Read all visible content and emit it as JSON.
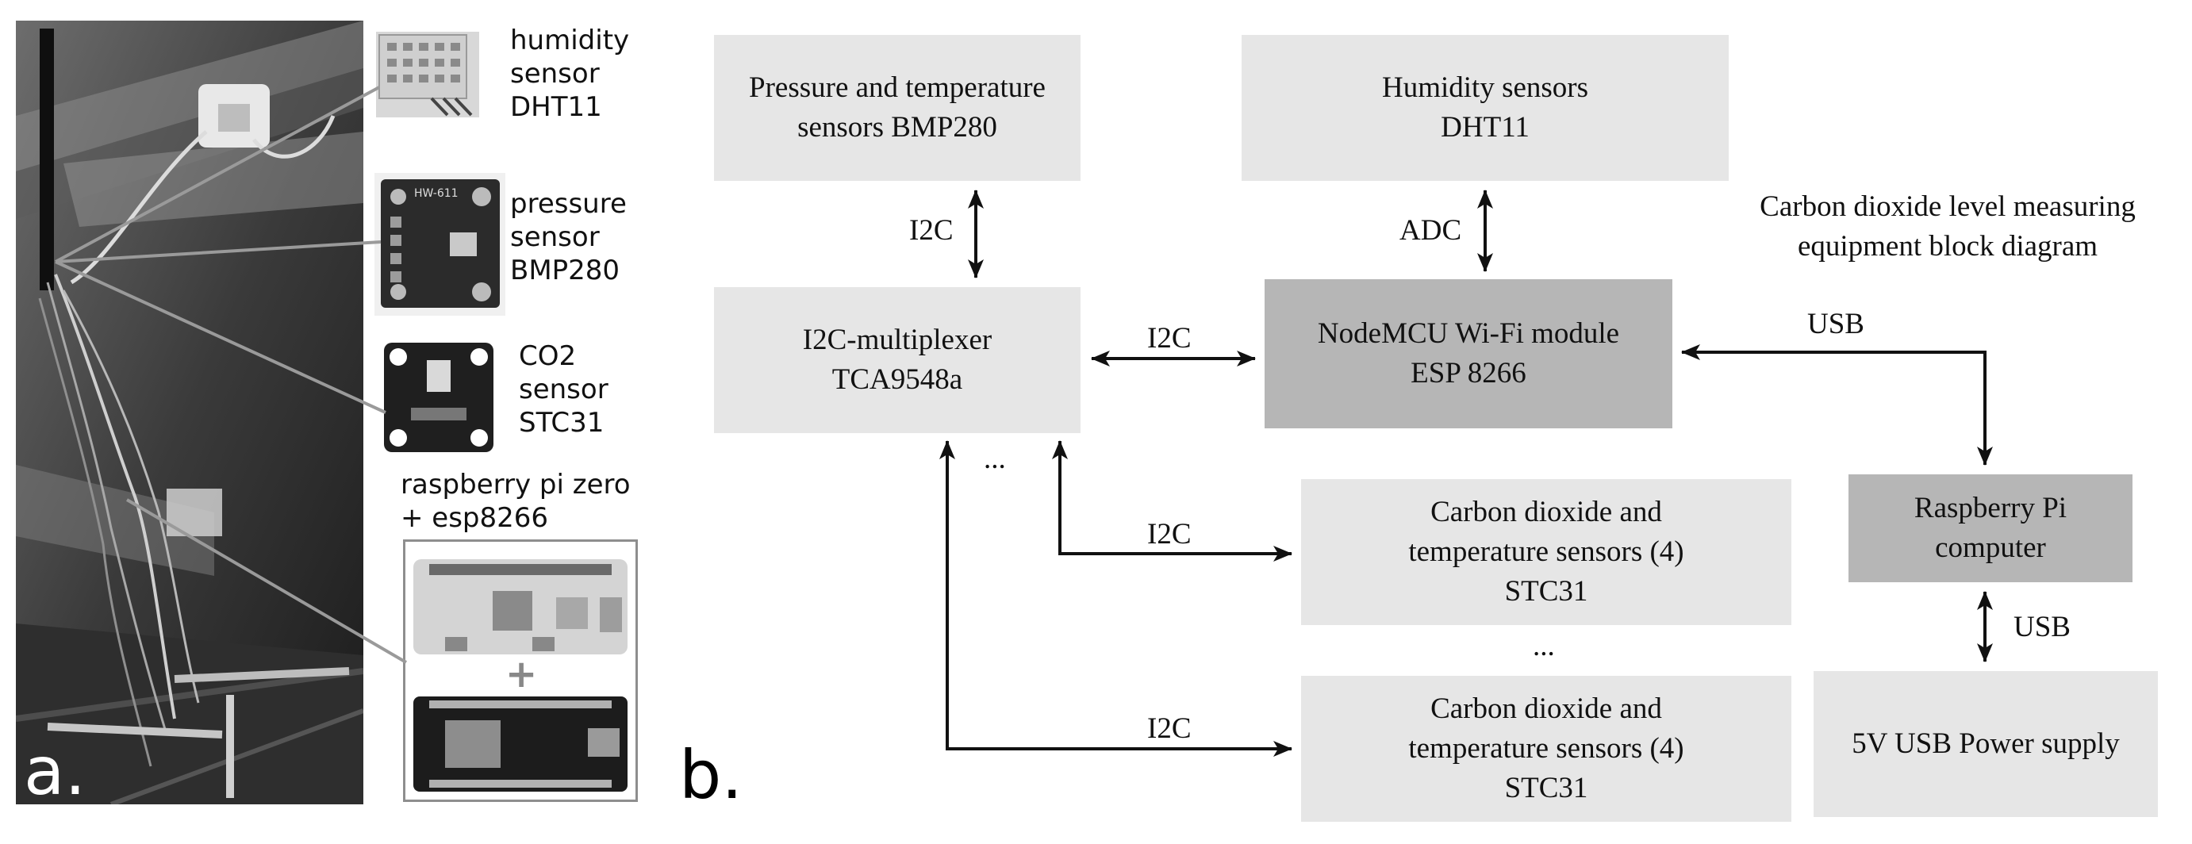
{
  "panel_a": {
    "letter": "a.",
    "callouts": [
      {
        "id": "humidity",
        "text": "humidity\nsensor\nDHT11"
      },
      {
        "id": "pressure",
        "text": "pressure\nsensor\nBMP280"
      },
      {
        "id": "co2",
        "text": "CO2\nsensor\nSTC31"
      },
      {
        "id": "rpi",
        "text": "raspberry pi zero\n+ esp8266"
      }
    ],
    "module_label": "HW-611"
  },
  "panel_b": {
    "letter": "b.",
    "caption": "Carbon dioxide level measuring\nequipment block diagram",
    "boxes": {
      "bmp280": "Pressure and temperature\nsensors BMP280",
      "dht11": "Humidity sensors\nDHT11",
      "mux": "I2C-multiplexer\nTCA9548a",
      "nodemcu": "NodeMCU Wi-Fi module\nESP 8266",
      "stc31_a": "Carbon dioxide and\ntemperature sensors (4)\nSTC31",
      "stc31_b": "Carbon dioxide and\ntemperature sensors (4)\nSTC31",
      "rpi": "Raspberry Pi\ncomputer",
      "psu": "5V USB Power supply"
    },
    "links": {
      "i2c_bmp": "I2C",
      "adc": "ADC",
      "i2c_mux_node": "I2C",
      "usb_node_rpi": "USB",
      "i2c_stc_a": "I2C",
      "i2c_stc_b": "I2C",
      "usb_rpi_psu": "USB"
    },
    "ellipsis_mux": "...",
    "ellipsis_stc": "..."
  }
}
